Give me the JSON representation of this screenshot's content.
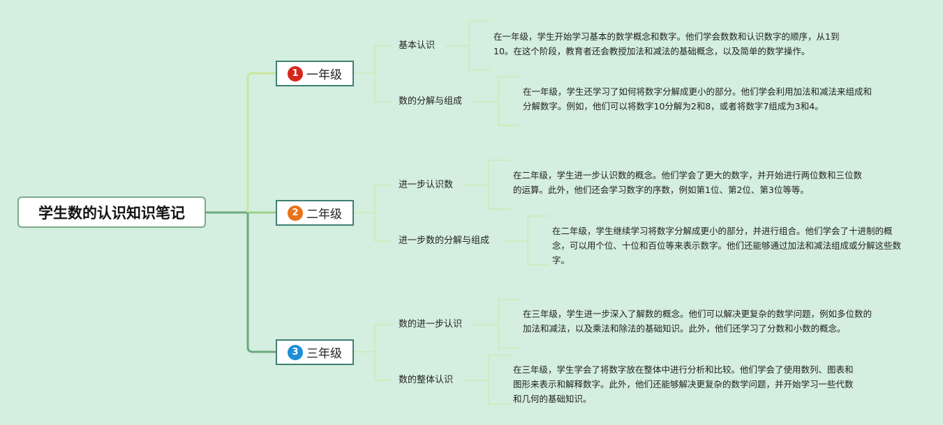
{
  "root": {
    "title": "学生数的认识知识笔记"
  },
  "grades": [
    {
      "num": "1",
      "label": "一年级",
      "badge_color": "#d7261e",
      "topics": [
        {
          "label": "基本认识",
          "note": "在一年级，学生开始学习基本的数学概念和数字。他们学会数数和认识数字的顺序，从1到10。在这个阶段，教育者还会教授加法和减法的基础概念，以及简单的数学操作。"
        },
        {
          "label": "数的分解与组成",
          "note": "在一年级，学生还学习了如何将数字分解成更小的部分。他们学会利用加法和减法来组成和分解数字。例如，他们可以将数字10分解为2和8，或者将数字7组成为3和4。"
        }
      ]
    },
    {
      "num": "2",
      "label": "二年级",
      "badge_color": "#e8731a",
      "topics": [
        {
          "label": "进一步认识数",
          "note": "在二年级，学生进一步认识数的概念。他们学会了更大的数字，并开始进行两位数和三位数的运算。此外，他们还会学习数字的序数，例如第1位、第2位、第3位等等。"
        },
        {
          "label": "进一步数的分解与组成",
          "note": "在二年级，学生继续学习将数字分解成更小的部分，并进行组合。他们学会了十进制的概念，可以用个位、十位和百位等来表示数字。他们还能够通过加法和减法组成或分解这些数字。"
        }
      ]
    },
    {
      "num": "3",
      "label": "三年级",
      "badge_color": "#1e8fd6",
      "topics": [
        {
          "label": "数的进一步认识",
          "note": "在三年级，学生进一步深入了解数的概念。他们可以解决更复杂的数学问题，例如多位数的加法和减法，以及乘法和除法的基础知识。此外，他们还学习了分数和小数的概念。"
        },
        {
          "label": "数的整体认识",
          "note": "在三年级，学生学会了将数字放在整体中进行分析和比较。他们学会了使用数列、图表和图形来表示和解释数字。此外，他们还能够解决更复杂的数学问题，并开始学习一些代数和几何的基础知识。"
        }
      ]
    }
  ]
}
